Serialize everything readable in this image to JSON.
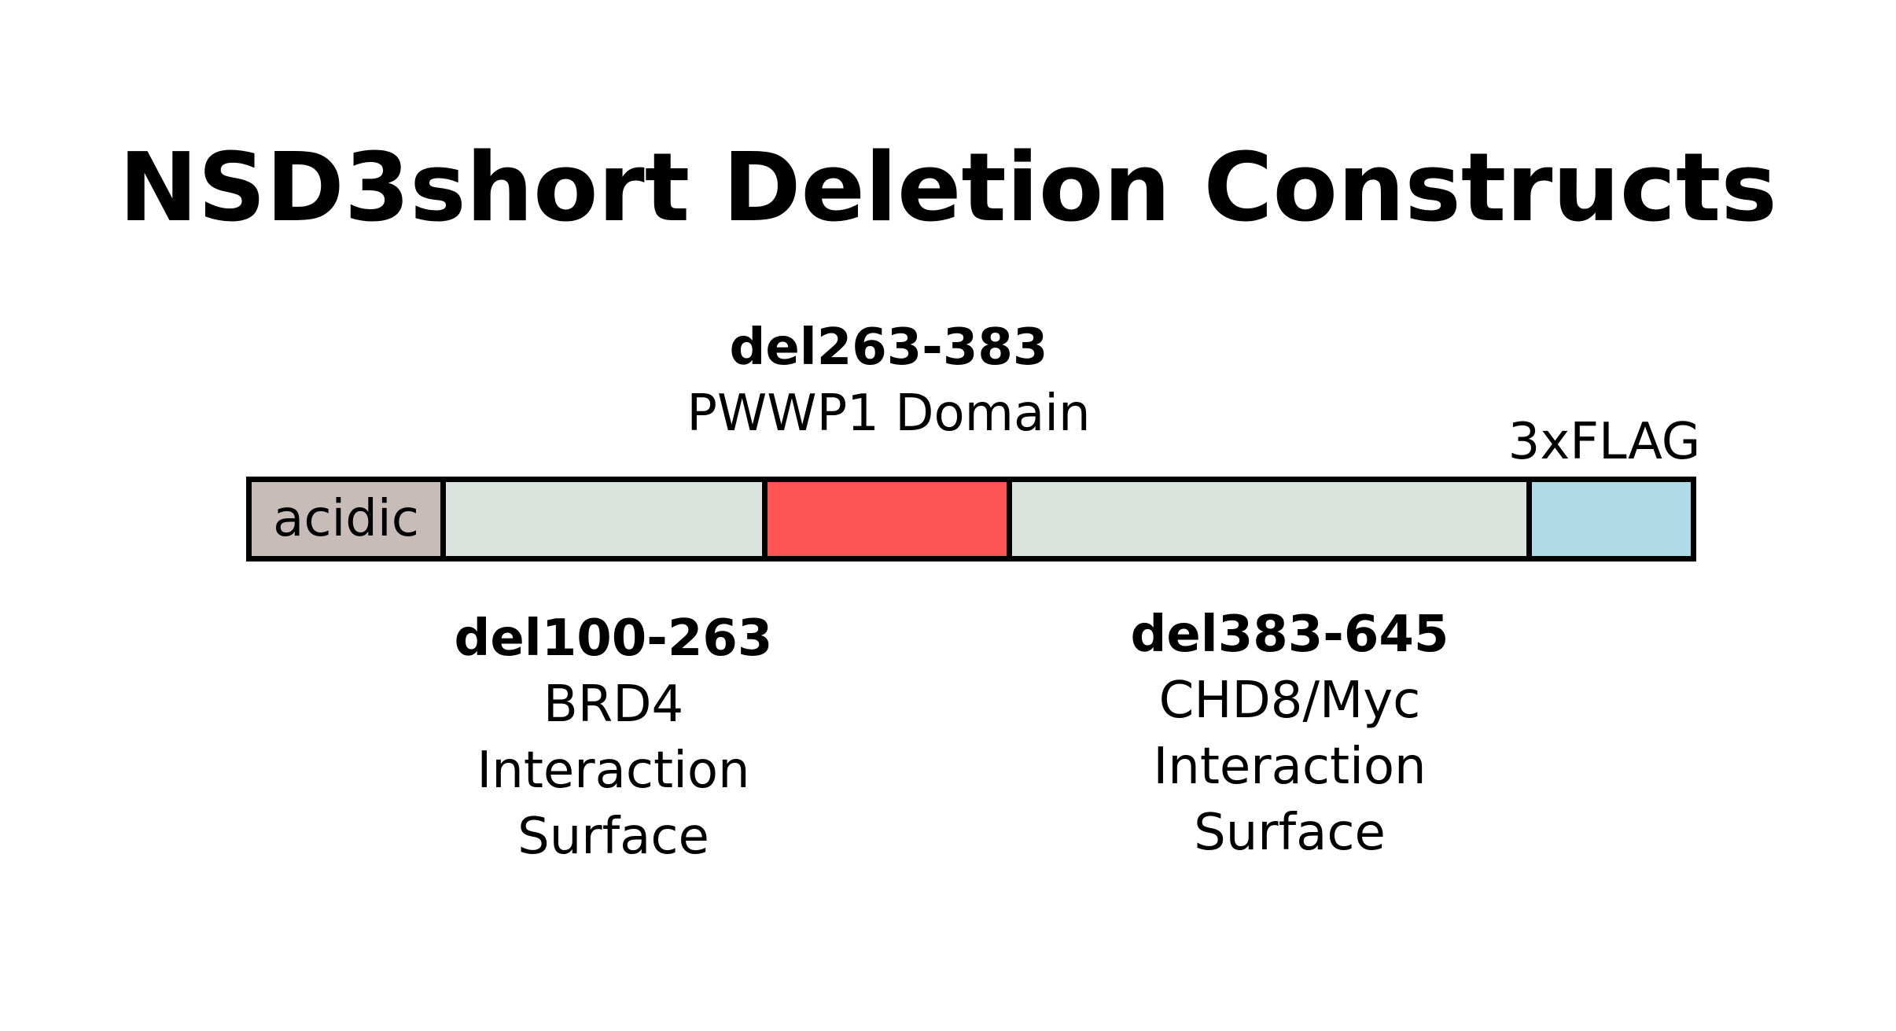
{
  "title": "NSD3short Deletion Constructs",
  "segments": [
    {
      "id": "acidic",
      "label": "acidic",
      "color": "#c7bcb7"
    },
    {
      "id": "brd4-region",
      "label": "",
      "color": "#dbe3de"
    },
    {
      "id": "pwwp1",
      "label": "",
      "color": "#ff5454"
    },
    {
      "id": "chd8-region",
      "label": "",
      "color": "#dbe3de"
    },
    {
      "id": "flag",
      "label": "",
      "color": "#aedbe6"
    }
  ],
  "annotations": {
    "pwwp1": {
      "deletion": "del263-383",
      "lines": [
        "PWWP1 Domain"
      ]
    },
    "brd4": {
      "deletion": "del100-263",
      "lines": [
        "BRD4",
        "Interaction",
        "Surface"
      ]
    },
    "chd8": {
      "deletion": "del383-645",
      "lines": [
        "CHD8/Myc",
        "Interaction",
        "Surface"
      ]
    },
    "flag": {
      "label": "3xFLAG"
    }
  },
  "colors": {
    "outline": "#000000",
    "background": "#ffffff"
  }
}
